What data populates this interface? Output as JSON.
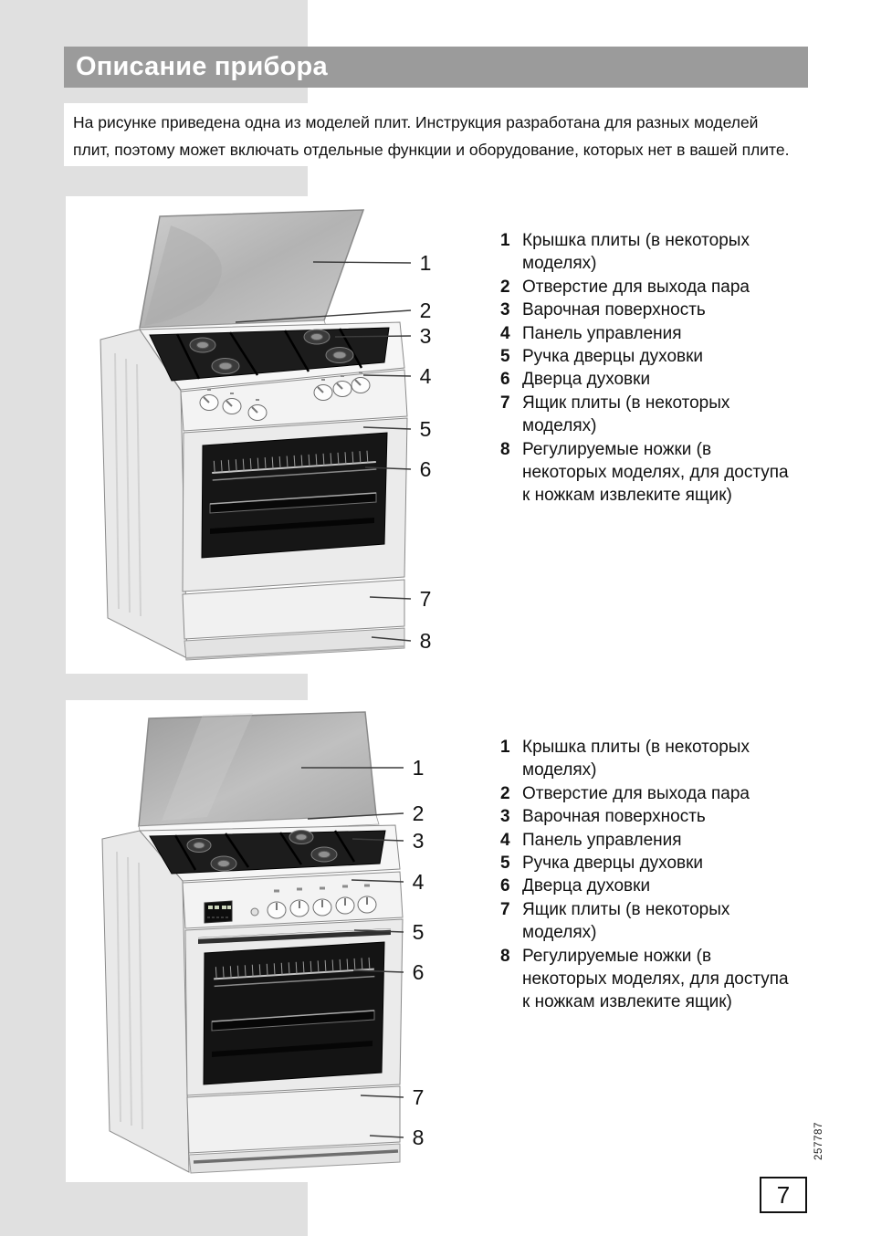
{
  "header": {
    "title": "Описание прибора"
  },
  "intro": {
    "line1": "На рисунке приведена одна из моделей плит. Инструкция разработана для разных моделей",
    "line2": "плит, поэтому может включать отдельные функции и оборудование, которых нет в вашей плите."
  },
  "parts": {
    "items": [
      {
        "num": "1",
        "text": "Крышка плиты (в некоторых моделях)"
      },
      {
        "num": "2",
        "text": "Отверстие для выхода пара"
      },
      {
        "num": "3",
        "text": "Варочная поверхность"
      },
      {
        "num": "4",
        "text": "Панель управления"
      },
      {
        "num": "5",
        "text": "Ручка дверцы духовки"
      },
      {
        "num": "6",
        "text": "Дверца духовки"
      },
      {
        "num": "7",
        "text": "Ящик плиты (в некоторых моделях)"
      },
      {
        "num": "8",
        "text": "Регулируемые ножки (в некоторых моделях, для доступа к ножкам извлеките ящик)"
      }
    ]
  },
  "figures": {
    "callouts": [
      "1",
      "2",
      "3",
      "4",
      "5",
      "6",
      "7",
      "8"
    ]
  },
  "footer": {
    "page_number": "7",
    "doc_code": "257787"
  },
  "colors": {
    "panel_gray": "#e0e0e0",
    "header_gray": "#9b9b9b",
    "page_bg": "#ffffff",
    "text": "#1a1a1a"
  }
}
